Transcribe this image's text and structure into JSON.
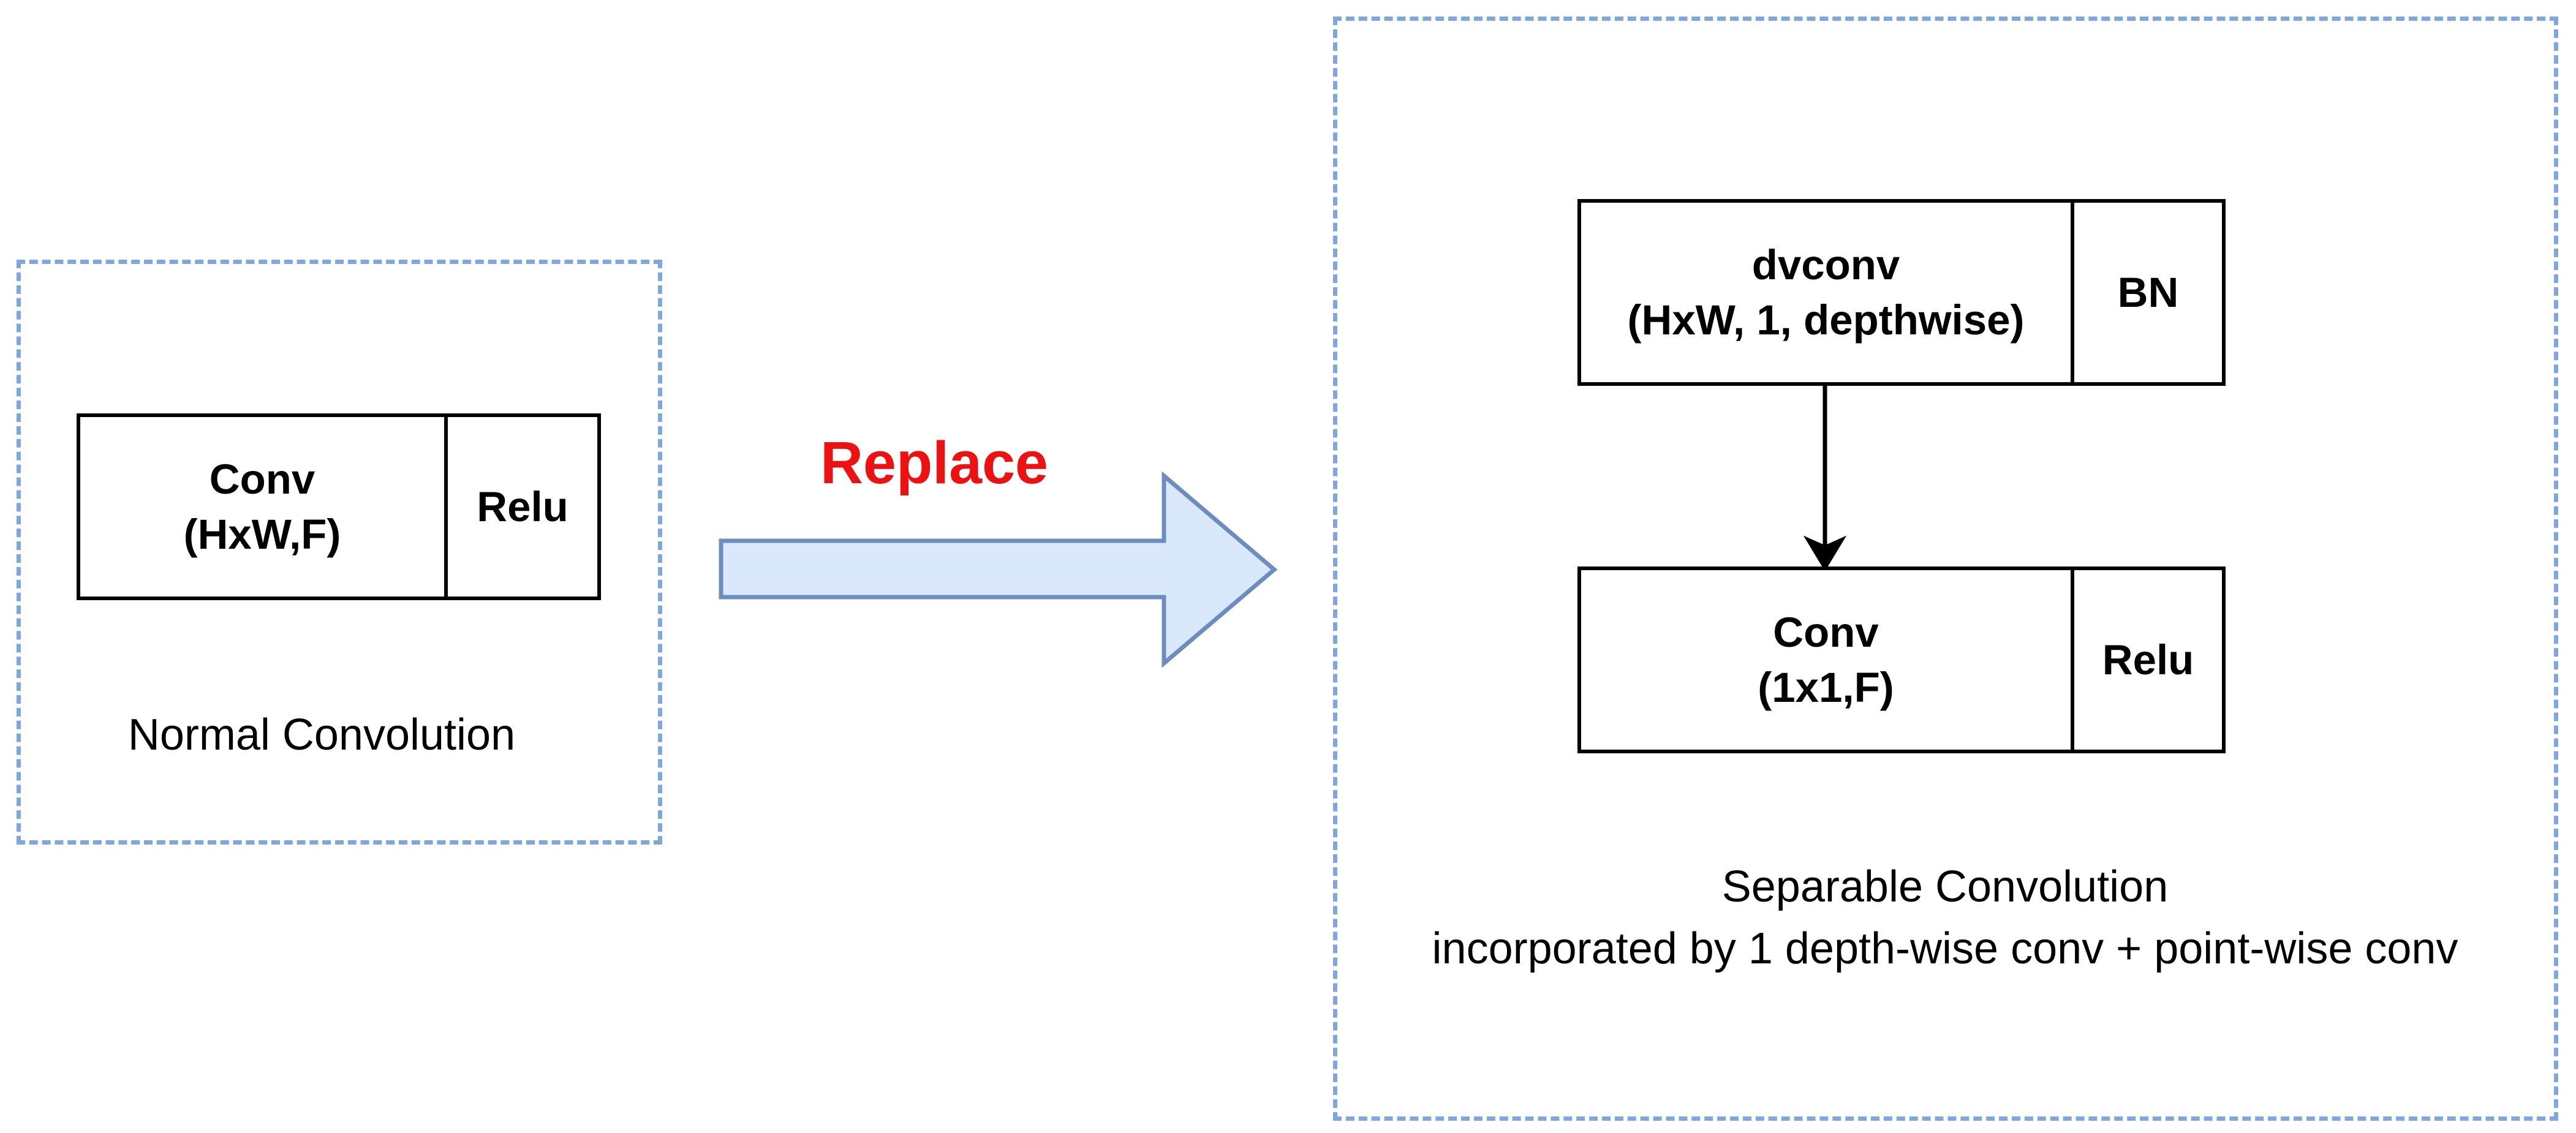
{
  "normal_section": {
    "block": {
      "main_label": "Conv\n(HxW,F)",
      "side_label": "Relu"
    },
    "caption": "Normal Convolution"
  },
  "replace_label": "Replace",
  "separable_section": {
    "depthwise_block": {
      "main_label": "dvconv\n(HxW, 1, depthwise)",
      "side_label": "BN"
    },
    "pointwise_block": {
      "main_label": "Conv\n(1x1,F)",
      "side_label": "Relu"
    },
    "caption": "Separable Convolution\nincorporated by 1 depth-wise conv + point-wise conv"
  },
  "colors": {
    "group_border": "#7ea6e0",
    "arrow_fill": "#dae8fc",
    "arrow_stroke": "#6c8ebf",
    "replace_text": "#ee1111",
    "block_border": "#000000"
  }
}
